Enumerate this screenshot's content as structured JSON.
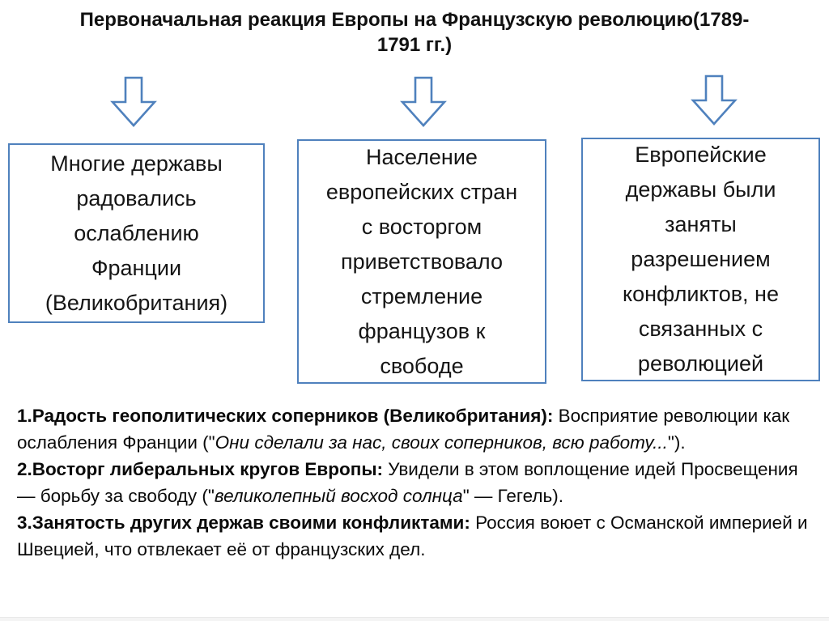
{
  "title": {
    "text": "Первоначальная реакция Европы на Французскую революцию(1789-\n1791 гг.)"
  },
  "colors": {
    "accent_blue": "#4f81bd",
    "text": "#111111",
    "background": "#ffffff"
  },
  "icons": {
    "arrow": "down-block-arrow"
  },
  "boxes": [
    {
      "text": "Многие державы\nрадовались\nослаблению\nФранции\n(Великобритания)"
    },
    {
      "text": "Население\nевропейских стран\nс восторгом\nприветствовало\nстремление\nфранцузов к\nсвободе"
    },
    {
      "text": "Европейские\nдержавы были\nзаняты\nразрешением\nконфликтов, не\nсвязанных с\nреволюцией"
    }
  ],
  "notes": [
    {
      "segments": [
        {
          "text": "1.Радость геополитических соперников (Великобритания): ",
          "style": "bold"
        },
        {
          "text": "Восприятие революции как ослабления Франции (\"",
          "style": "normal"
        },
        {
          "text": "Они сделали за нас, своих соперников, всю работу...",
          "style": "italic"
        },
        {
          "text": "\").",
          "style": "normal"
        }
      ]
    },
    {
      "segments": [
        {
          "text": "2.Восторг либеральных кругов Европы: ",
          "style": "bold"
        },
        {
          "text": "Увидели в этом воплощение идей Просвещения — борьбу за свободу (\"",
          "style": "normal"
        },
        {
          "text": "великолепный восход солнца",
          "style": "italic"
        },
        {
          "text": "\" — Гегель).",
          "style": "normal"
        }
      ]
    },
    {
      "segments": [
        {
          "text": "3.Занятость других держав своими конфликтами: ",
          "style": "bold"
        },
        {
          "text": "Россия воюет с Османской империей и Швецией, что отвлекает её от французских дел.",
          "style": "normal"
        }
      ]
    }
  ]
}
